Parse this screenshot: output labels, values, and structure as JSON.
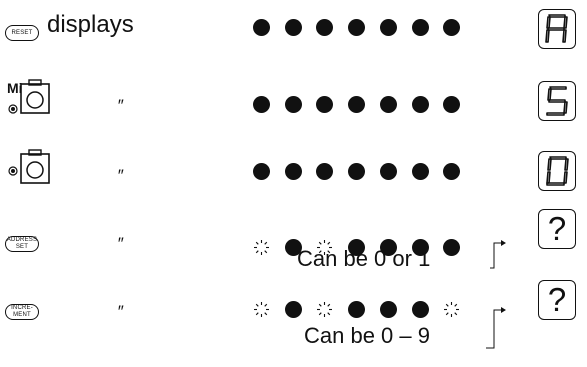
{
  "rows": [
    {
      "button_label": "RESET",
      "caption": "displays",
      "dots": [
        "on",
        "on",
        "on",
        "on",
        "on",
        "on",
        "on"
      ],
      "display": "A"
    },
    {
      "camera_label": "Mi",
      "caption": "″",
      "dots": [
        "on",
        "on",
        "on",
        "on",
        "on",
        "on",
        "on"
      ],
      "display": "5"
    },
    {
      "camera_label": "",
      "caption": "″",
      "dots": [
        "on",
        "on",
        "on",
        "on",
        "on",
        "on",
        "on"
      ],
      "display": "0"
    },
    {
      "button_label_1": "ADDRESS",
      "button_label_2": "SET",
      "caption": "″",
      "dots": [
        "blink",
        "on",
        "blink",
        "on",
        "on",
        "on",
        "on"
      ],
      "display": "?",
      "note": "Can be 0 or 1"
    },
    {
      "button_label_1": "INCRE-",
      "button_label_2": "MENT",
      "caption": "″",
      "dots": [
        "blink",
        "on",
        "blink",
        "on",
        "on",
        "on",
        "blink"
      ],
      "display": "?",
      "note": "Can be 0 – 9"
    }
  ]
}
